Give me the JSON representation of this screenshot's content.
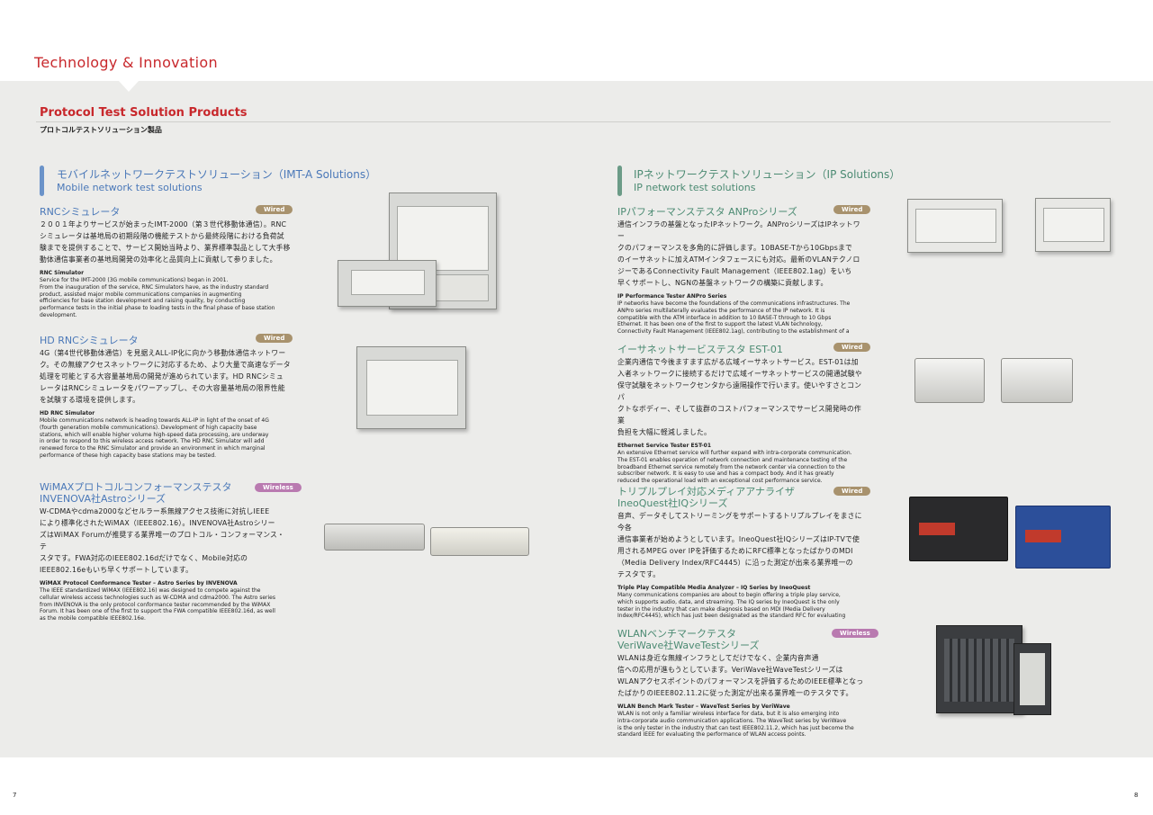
{
  "header": {
    "title": "Technology & Innovation"
  },
  "section": {
    "title": "Protocol Test Solution Products",
    "subtitle": "プロトコルテストソリューション製品"
  },
  "left_column": {
    "heading_jp": "モバイルネットワークテストソリューション（IMT-A Solutions）",
    "heading_en": "Mobile network test solutions",
    "products": [
      {
        "title": "RNCシミュレータ",
        "badge": "Wired",
        "jp": [
          "２００１年よりサービスが始まったIMT-2000（第３世代移動体通信）。RNC",
          "シミュレータは基地局の初期段階の機能テストから最終段階における負荷試",
          "験までを提供することで、サービス開始当時より、業界標準製品として大手移",
          "動体通信事業者の基地局開発の効率化と品質向上に貢献して参りました。"
        ],
        "en_title": "RNC Simulator",
        "en": [
          "Service for the IMT-2000 (3G mobile communications) began in 2001.",
          "From the inauguration of the service, RNC Simulators have, as the industry standard",
          "product, assisted major mobile communications companies in augmenting",
          "efficiencies for base station development and raising quality, by conducting",
          "performance tests in the initial phase to loading tests in the final phase of base station",
          "development."
        ]
      },
      {
        "title": "HD RNCシミュレータ",
        "badge": "Wired",
        "jp": [
          "4G（第4世代移動体通信）を見据えALL-IP化に向かう移動体通信ネットワー",
          "ク。その無線アクセスネットワークに対応するため、より大量で高速なデータ",
          "処理を可能とする大容量基地局の開発が進められています。HD RNCシミュ",
          "レータはRNCシミュレータをパワーアップし、その大容量基地局の限界性能",
          "を試験する環境を提供します。"
        ],
        "en_title": "HD RNC Simulator",
        "en": [
          "Mobile communications network is heading towards ALL-IP in light of the onset of 4G",
          "(fourth generation mobile communications).  Development of high capacity base",
          "stations, which will enable higher volume high-speed data processing, are underway",
          "in order to respond to this wireless access network.  The HD RNC Simulator will add",
          "renewed force to the RNC Simulator and provide an environment in which marginal",
          "performance of these high capacity base stations may be tested."
        ]
      },
      {
        "title": "WiMAXプロトコルコンフォーマンステスタ",
        "title2": "INVENOVA社Astroシリーズ",
        "badge": "Wireless",
        "jp": [
          "W-CDMAやcdma2000などセルラー系無線アクセス技術に対抗しIEEE",
          "により標準化されたWiMAX（IEEE802.16）。INVENOVA社Astroシリー",
          "ズはWiMAX Forumが推奨する業界唯一のプロトコル・コンフォーマンス・テ",
          "スタです。FWA対応のIEEE802.16dだけでなく、Mobile対応の",
          "IEEE802.16eもいち早くサポートしています。"
        ],
        "en_title": "WiMAX Protocol Conformance Tester – Astro Series by INVENOVA",
        "en": [
          "The IEEE standardized WiMAX (IEEE802.16) was designed to compete against the",
          "cellular wireless access technologies such as W-CDMA and cdma2000. The Astro series",
          "from INVENOVA is the only protocol conformance tester recommended by the WiMAX",
          "Forum. It has been one of the first to support the FWA compatible IEEE802.16d, as well",
          "as the mobile compatible IEEE802.16e."
        ]
      }
    ]
  },
  "right_column": {
    "heading_jp": "IPネットワークテストソリューション（IP Solutions）",
    "heading_en": "IP network test solutions",
    "products": [
      {
        "title": "IPパフォーマンステスタ ANProシリーズ",
        "badge": "Wired",
        "jp": [
          "通信インフラの基盤となったIPネットワーク。ANProシリーズはIPネットワー",
          "クのパフォーマンスを多角的に評価します。10BASE-Tから10Gbpsまで",
          "のイーサネットに加えATMインタフェースにも対応。最新のVLANテクノロ",
          "ジーであるConnectivity Fault Management（IEEE802.1ag）をいち",
          "早くサポートし、NGNの基盤ネットワークの構築に貢献します。"
        ],
        "en_title": "IP Performance Tester ANPro Series",
        "en": [
          "IP networks have become the foundations of the communications infrastructures. The",
          "ANPro series multilaterally evaluates the performance of the IP network.  It is",
          "compatible with the ATM interface in addition to 10 BASE-T through to 10 Gbps",
          "Ethernet.  It has been one of the first to support the latest VLAN technology,",
          "Connectivity Fault Management (IEEE802.1ag), contributing to the establishment of a"
        ]
      },
      {
        "title": "イーサネットサービステスタ EST-01",
        "badge": "Wired",
        "jp": [
          "企業内通信で今後ますます広がる広域イーサネットサービス。EST-01は加",
          "入者ネットワークに接続するだけで広域イーサネットサービスの開通試験や",
          "保守試験をネットワークセンタから遠隔操作で行います。使いやすさとコンパ",
          "クトなボディー、そして抜群のコストパフォーマンスでサービス開発時の作業",
          "負担を大幅に軽減しました。"
        ],
        "en_title": "Ethernet Service Tester EST-01",
        "en": [
          "An extensive Ethernet service will further expand with intra-corporate communication.",
          "The EST-01 enables operation of network connection and maintenance testing of the",
          "broadband Ethernet service remotely from the network center via connection to the",
          "subscriber network.  It is easy to use and has a compact body.  And it has greatly",
          "reduced the operational load with an exceptional cost performance service."
        ]
      },
      {
        "title": "トリプルプレイ対応メディアアナライザ",
        "title2": "IneoQuest社IQシリーズ",
        "badge": "Wired",
        "jp": [
          "音声、データそしてストリーミングをサポートするトリプルプレイをまさに今各",
          "通信事業者が始めようとしています。IneoQuest社IQシリーズはIP-TVで使",
          "用されるMPEG over IPを評価するためにRFC標準となったばかりのMDI",
          "（Media Delivery Index/RFC4445）に沿った測定が出来る業界唯一の",
          "テスタです。"
        ],
        "en_title": "Triple Play Compatible Media Analyzer – IQ Series by IneoQuest",
        "en": [
          "Many communications companies are about to begin offering a triple play service,",
          "which supports audio, data, and streaming.  The IQ series by IneoQuest is the only",
          "tester in the industry that can make diagnosis based on MDI (Media Delivery",
          "Index/RFC4445), which has just been designated as the standard RFC for evaluating"
        ]
      },
      {
        "title": "WLANベンチマークテスタ",
        "title2": "VeriWave社WaveTestシリーズ",
        "badge": "Wireless",
        "jp": [
          "WLANは身近な無線インフラとしてだけでなく、企業内音声通",
          "信への応用が進もうとしています。VeriWave社WaveTestシリーズは",
          "WLANアクセスポイントのパフォーマンスを評価するためのIEEE標準となっ",
          "たばかりのIEEE802.11.2に従った測定が出来る業界唯一のテスタです。"
        ],
        "en_title": "WLAN Bench Mark Tester – WaveTest Series by VeriWave",
        "en": [
          "WLAN is not only a familiar wireless interface for data, but it is also emerging into",
          "intra-corporate audio communication applications.  The WaveTest series by VeriWave",
          "is the only tester in the industry that can test IEEE802.11.2, which has just become the",
          "standard IEEE for evaluating the performance of WLAN access points."
        ]
      }
    ]
  },
  "pages": {
    "left": "7",
    "right": "8"
  },
  "colors": {
    "brand_red": "#c8282c",
    "left_accent": "#4a78b8",
    "right_accent": "#4b8a72",
    "wired_badge": "#a8926d",
    "wireless_badge": "#b97ab0"
  }
}
